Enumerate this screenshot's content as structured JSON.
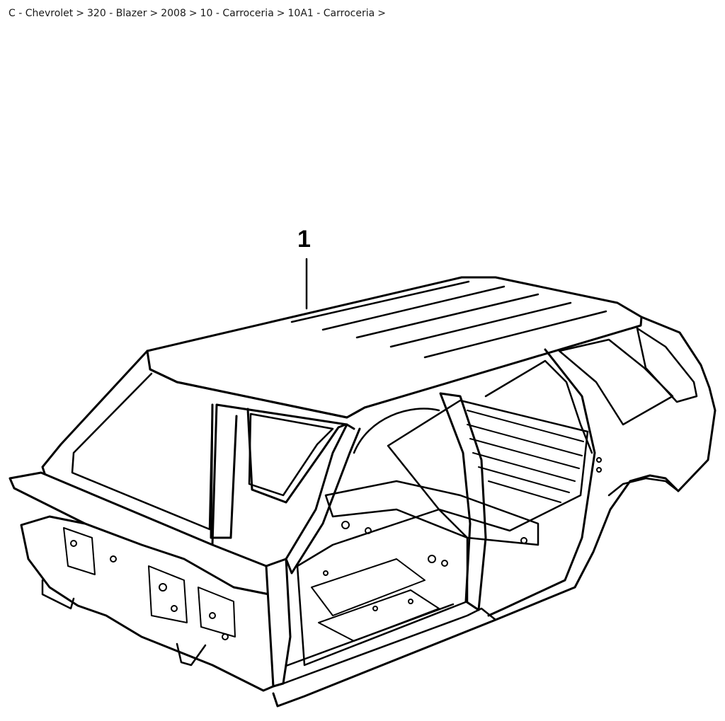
{
  "breadcrumb": {
    "items": [
      "C - Chevrolet",
      "320 - Blazer",
      "2008",
      "10 - Carroceria",
      "10A1 - Carroceria"
    ],
    "separator": ">"
  },
  "diagram": {
    "callout_number": "1"
  }
}
